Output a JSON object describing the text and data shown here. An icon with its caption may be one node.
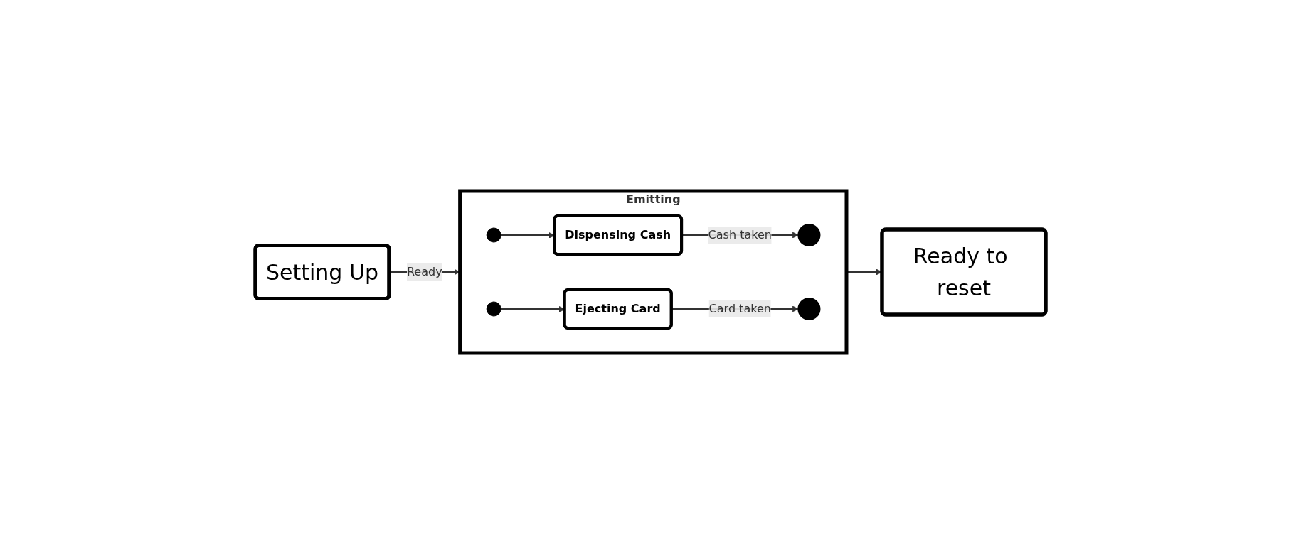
{
  "diagram": {
    "nodes": [
      {
        "text": [
          "Setting Up"
        ]
      },
      {
        "text": [
          "Emitting"
        ]
      },
      {
        "text": [],
        "shape": "circle",
        "in": 1
      },
      {
        "text": [
          "Dispensing Cash"
        ],
        "in": 1
      },
      {
        "text": [],
        "shape": "circle",
        "in": 1
      },
      {
        "text": [],
        "shape": "circle",
        "in": 1
      },
      {
        "text": [
          "Ejecting Card"
        ],
        "in": 1
      },
      {
        "text": [],
        "shape": "circle",
        "in": 1
      },
      {
        "text": [
          "Ready to reset"
        ]
      }
    ],
    "edges": [
      {
        "from": 0,
        "to": 1,
        "arrow": "to",
        "label": "Ready"
      },
      {
        "from": 2,
        "to": 3,
        "arrow": "to"
      },
      {
        "from": 3,
        "to": 4,
        "arrow": "to",
        "label": "Cash taken"
      },
      {
        "from": 5,
        "to": 6,
        "arrow": "to"
      },
      {
        "from": 6,
        "to": 7,
        "arrow": "to",
        "label": "Card taken"
      },
      {
        "from": 1,
        "to": 8,
        "arrow": "to"
      }
    ]
  }
}
